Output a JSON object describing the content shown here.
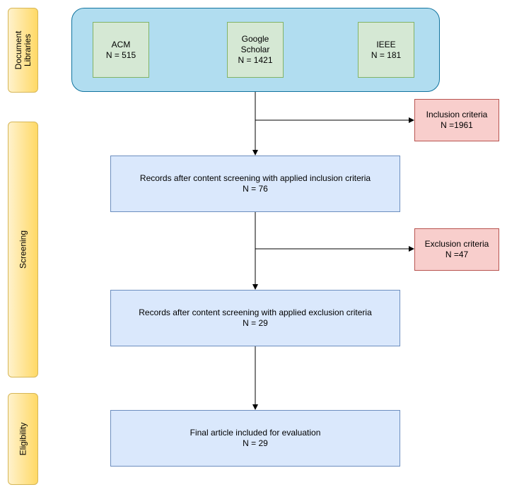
{
  "phases": {
    "document_libraries": "Document\nLibraries",
    "screening": "Screening",
    "eligibility": "Eligibility"
  },
  "sources": {
    "acm": "ACM\nN = 515",
    "google_scholar": "Google\nScholar\nN = 1421",
    "ieee": "IEEE\nN = 181"
  },
  "steps": {
    "inclusion_records": "Records after content screening with applied inclusion criteria\nN = 76",
    "exclusion_records": "Records after content screening with applied exclusion criteria\nN = 29",
    "final": "Final article included for evaluation\nN = 29"
  },
  "criteria": {
    "inclusion": "Inclusion criteria\nN =1961",
    "exclusion": "Exclusion criteria\nN =47"
  },
  "colors": {
    "phase_fill": "#ffe599",
    "group_fill": "#b1ddf0",
    "source_fill": "#d5e8d4",
    "step_fill": "#dae8fc",
    "criteria_fill": "#f8cecc"
  }
}
